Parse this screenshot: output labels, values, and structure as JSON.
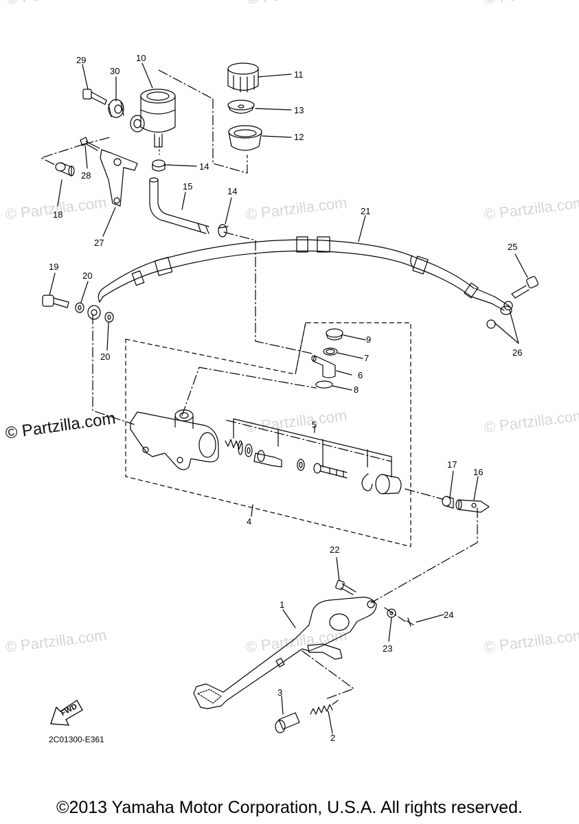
{
  "watermark": "© Partzilla.com",
  "part_numbers": [
    "1",
    "2",
    "3",
    "4",
    "5",
    "6",
    "7",
    "8",
    "9",
    "10",
    "11",
    "12",
    "13",
    "14",
    "15",
    "16",
    "17",
    "18",
    "19",
    "20",
    "21",
    "22",
    "23",
    "24",
    "25",
    "26",
    "27",
    "28",
    "29",
    "30"
  ],
  "diagram_code": "2C01300-E361",
  "fwd_label": "FWD",
  "copyright": "©2013 Yamaha Motor Corporation, U.S.A. All rights reserved."
}
